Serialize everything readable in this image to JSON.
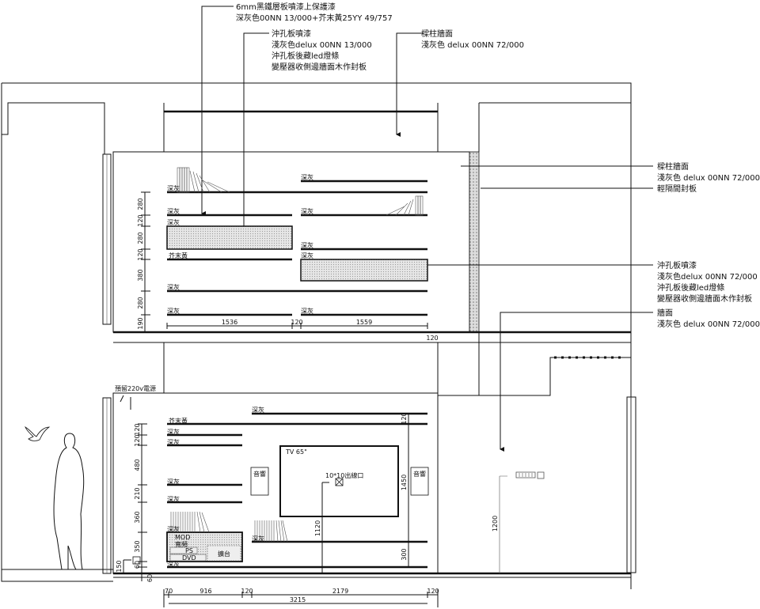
{
  "drawing": {
    "callouts": {
      "shelf": [
        "6mm黑鐵層板噴漆上保護漆",
        "深灰色00NN 13/000+芥末黃25YY 49/757"
      ],
      "perforated_top": [
        "沖孔板噴漆",
        "淺灰色delux 00NN 13/000",
        "沖孔板後藏led燈條",
        "變壓器收側邊牆面木作封板"
      ],
      "column_top": [
        "樑柱牆面",
        "淺灰色 delux 00NN 72/000"
      ],
      "column_right": [
        "樑柱牆面",
        "淺灰色 delux 00NN 72/000"
      ],
      "partition": [
        "輕隔間封板"
      ],
      "perforated_right": [
        "沖孔板噴漆",
        "淺灰色delux 00NN 72/000",
        "沖孔板後藏led燈條",
        "變壓器收側邊牆面木作封板"
      ],
      "wall": [
        "牆面",
        "淺灰色 delux 00NN 72/000"
      ]
    },
    "upper_labels": [
      "深灰",
      "深灰",
      "深灰",
      "深灰",
      "深灰",
      "深灰",
      "芥末黃",
      "深灰",
      "深灰",
      "深灰",
      "深灰"
    ],
    "upper_dims_left": [
      "280",
      "120",
      "280",
      "120",
      "380",
      "280",
      "190"
    ],
    "upper_dims_bottom": [
      "1536",
      "120",
      "1559",
      "120"
    ],
    "lower_labels": [
      "深灰",
      "芥末黃",
      "深灰",
      "深灰",
      "深灰",
      "深灰",
      "深灰",
      "深灰",
      "深灰"
    ],
    "lower_dims_left": [
      "120",
      "120",
      "480",
      "210",
      "360",
      "350",
      "60",
      "60"
    ],
    "lower_dims_right": [
      "120",
      "1450",
      "300"
    ],
    "tv_label": "TV 65\"",
    "outlet_label": "10*10出線口",
    "speaker_label": "音響",
    "power_note": "預留220v電源",
    "cabinet_items": [
      "MOD",
      "寬頻",
      "PS",
      "DVD",
      "擴台"
    ],
    "dim_tv_height": "1120",
    "dim_switch_height": "1200",
    "dim_outlet_low": "150",
    "bottom_dims": [
      "70",
      "916",
      "120",
      "2179",
      "120"
    ],
    "bottom_total": "3215"
  }
}
